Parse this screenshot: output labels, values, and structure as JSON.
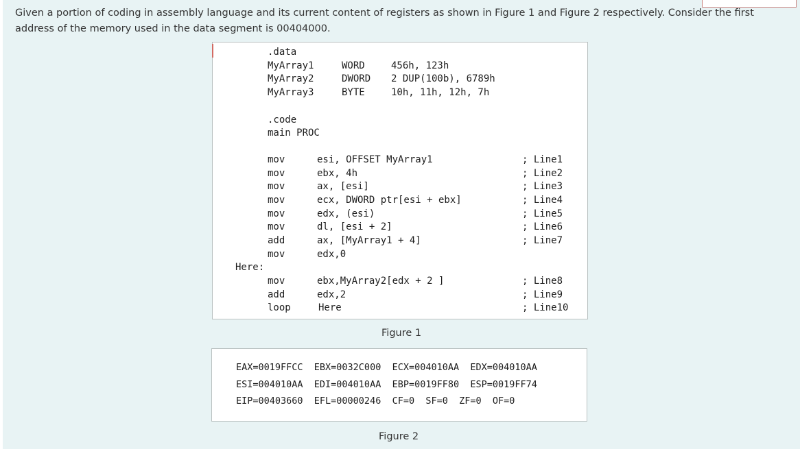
{
  "question": {
    "text": "Given a portion of coding in assembly language and its current content of registers as shown in Figure 1 and Figure 2 respectively. Consider the first address of the memory used in the data segment is 00404000."
  },
  "figure1": {
    "caption": "Figure 1",
    "data_section": ".data",
    "data_rows": [
      {
        "name": "MyArray1",
        "type": "WORD",
        "values": "456h, 123h"
      },
      {
        "name": "MyArray2",
        "type": "DWORD",
        "values": "2 DUP(100b), 6789h"
      },
      {
        "name": "MyArray3",
        "type": "BYTE",
        "values": "10h, 11h, 12h, 7h"
      }
    ],
    "code_section": ".code",
    "proc_line": "main PROC",
    "instructions_a": [
      {
        "op": "mov",
        "operands": "esi, OFFSET MyArray1",
        "comment": "; Line1"
      },
      {
        "op": "mov",
        "operands": "ebx, 4h",
        "comment": "; Line2"
      },
      {
        "op": "mov",
        "operands": "ax, [esi]",
        "comment": "; Line3"
      },
      {
        "op": "mov",
        "operands": "ecx, DWORD ptr[esi + ebx]",
        "comment": "; Line4"
      },
      {
        "op": "mov",
        "operands": "edx, (esi)",
        "comment": "; Line5"
      },
      {
        "op": "mov",
        "operands": "dl, [esi + 2]",
        "comment": "; Line6"
      },
      {
        "op": "add",
        "operands": "ax, [MyArray1 + 4]",
        "comment": "; Line7"
      },
      {
        "op": "mov",
        "operands": "edx,0",
        "comment": ""
      }
    ],
    "label": "Here:",
    "instructions_b": [
      {
        "op": "mov",
        "operands": "ebx,MyArray2[edx + 2 ]",
        "comment": "; Line8"
      },
      {
        "op": "add",
        "operands": "edx,2",
        "comment": "; Line9"
      },
      {
        "op": "loop",
        "operands": "Here",
        "comment": "; Line10"
      }
    ]
  },
  "figure2": {
    "caption": "Figure 2",
    "rows": [
      "EAX=0019FFCC  EBX=0032C000  ECX=004010AA  EDX=004010AA",
      "ESI=004010AA  EDI=004010AA  EBP=0019FF80  ESP=0019FF74",
      "EIP=00403660  EFL=00000246  CF=0  SF=0  ZF=0  OF=0"
    ]
  }
}
